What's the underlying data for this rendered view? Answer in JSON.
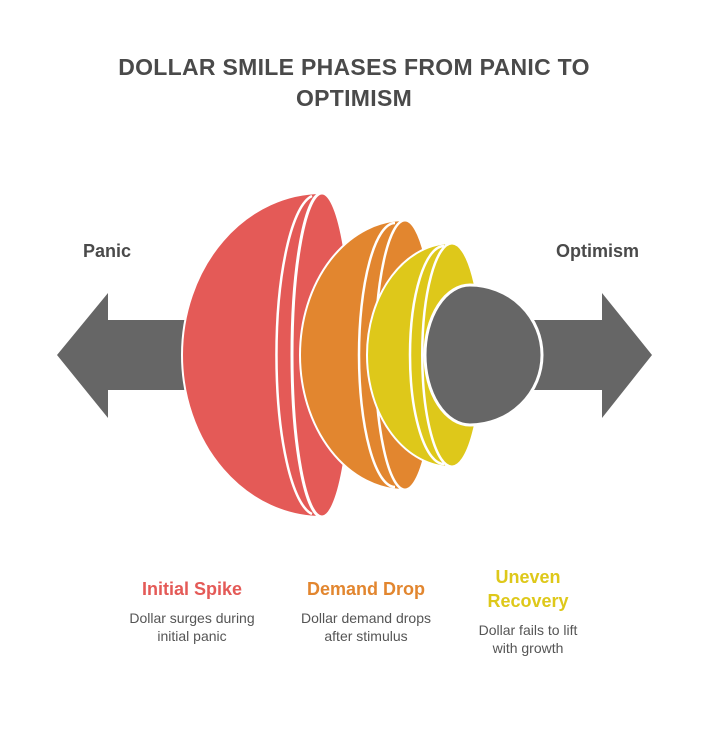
{
  "title_lines": [
    "DOLLAR SMILE PHASES FROM PANIC TO",
    "OPTIMISM"
  ],
  "left_label": "Panic",
  "right_label": "Optimism",
  "phases": [
    {
      "title_lines": [
        "Initial Spike"
      ],
      "desc_lines": [
        "Dollar surges during",
        "initial panic"
      ],
      "color": "#e45a57"
    },
    {
      "title_lines": [
        "Demand Drop"
      ],
      "desc_lines": [
        "Dollar demand drops",
        "after stimulus"
      ],
      "color": "#e2862f"
    },
    {
      "title_lines": [
        "Uneven",
        "Recovery"
      ],
      "desc_lines": [
        "Dollar fails to lift",
        "with growth"
      ],
      "color": "#dec81a"
    }
  ],
  "colors": {
    "arrow": "#666666",
    "core": "#666666",
    "text": "#4a4a4a"
  }
}
